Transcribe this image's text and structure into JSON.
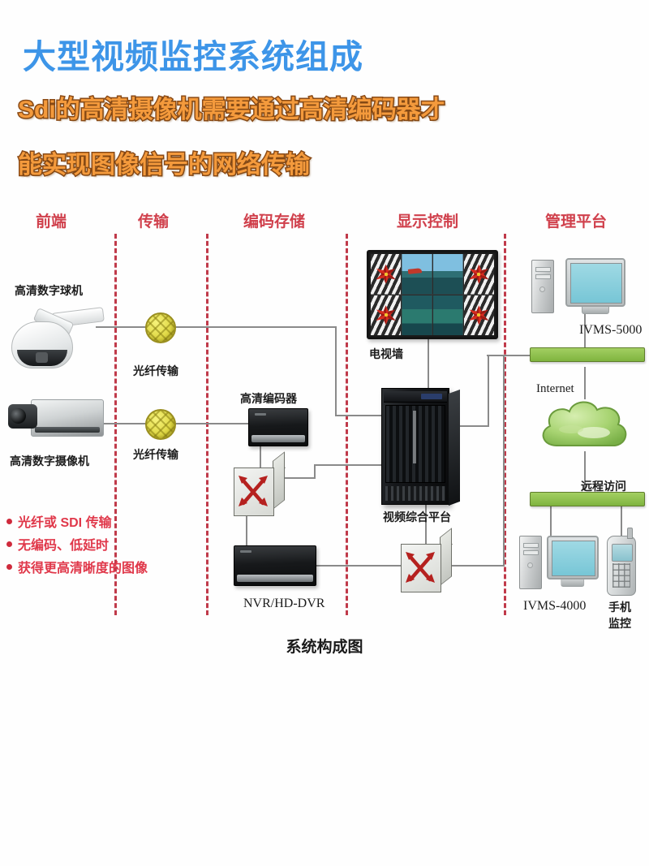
{
  "titles": {
    "main": "大型视频监控系统组成",
    "sub_line1": "Sdi的高清摄像机需要通过高清编码器才",
    "sub_line2": "能实现图像信号的网络传输"
  },
  "colors": {
    "title_blue": "#3d95e8",
    "subtitle_orange": "#f49a3c",
    "subtitle_outline": "#8a4a16",
    "column_header_red": "#d0404c",
    "divider_red": "#c03a4a",
    "bullet_red": "#e0384a",
    "network_green": "#7fb43f",
    "cloud_green": "#9ccc63",
    "fiber_yellow": "#dcd43c",
    "line_gray": "#8a8a8a"
  },
  "columns": [
    {
      "label": "前端"
    },
    {
      "label": "传输"
    },
    {
      "label": "编码存储"
    },
    {
      "label": "显示控制"
    },
    {
      "label": "管理平台"
    }
  ],
  "devices": {
    "dome_camera": "高清数字球机",
    "box_camera": "高清数字摄像机",
    "fiber_top": "光纤传输",
    "fiber_bottom": "光纤传输",
    "encoder": "高清编码器",
    "nvr": "NVR/HD-DVR",
    "video_platform": "视频综合平台",
    "tv_wall": "电视墙",
    "ivms5000": "IVMS-5000",
    "ivms4000": "IVMS-4000",
    "internet": "Internet",
    "remote_access": "远程访问",
    "mobile_line1": "手机",
    "mobile_line2": "监控"
  },
  "bullets": [
    "光纤或 SDI 传输",
    "无编码、低延时",
    "获得更高清晰度的图像"
  ],
  "caption": "系统构成图"
}
